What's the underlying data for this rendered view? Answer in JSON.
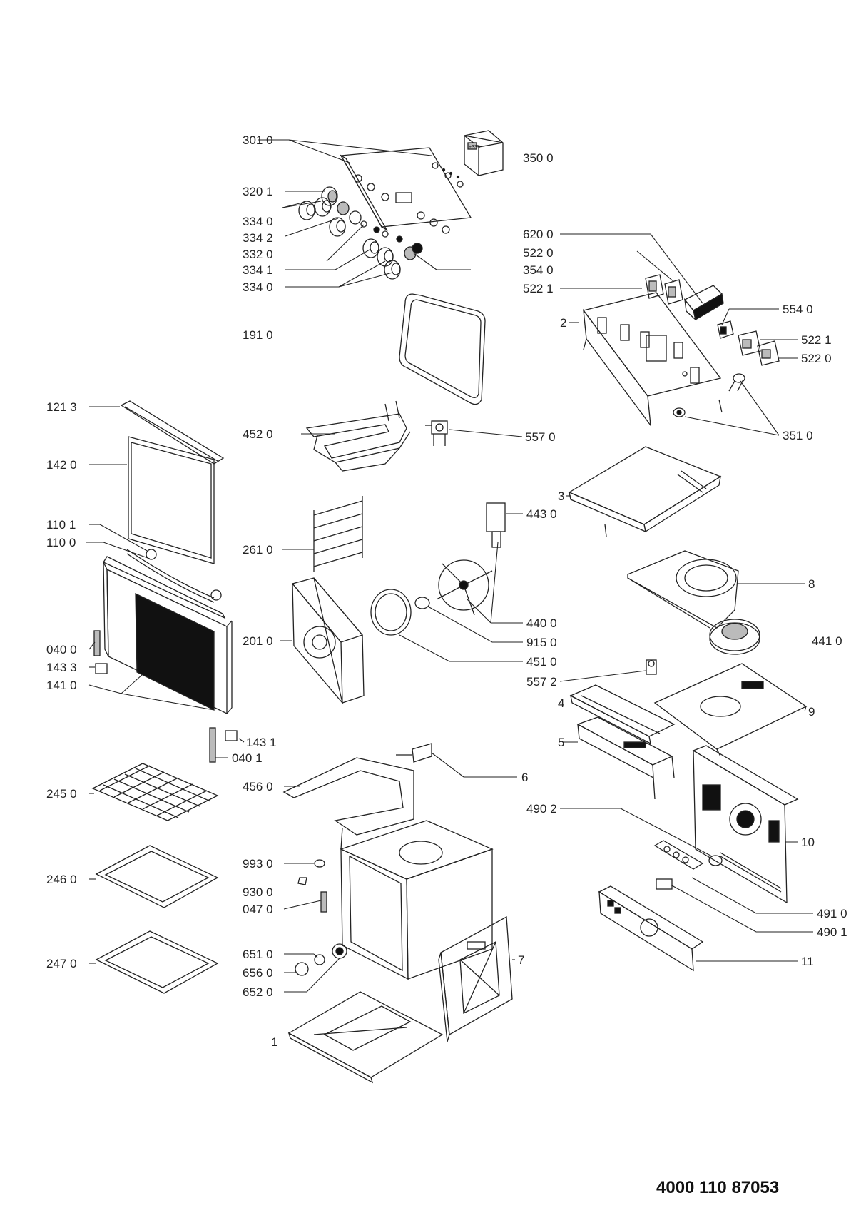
{
  "document_number": "4000 110 87053",
  "part_labels": [
    {
      "id": "p3010",
      "text": "301 0"
    },
    {
      "id": "p3500",
      "text": "350 0"
    },
    {
      "id": "p3201",
      "text": "320 1"
    },
    {
      "id": "p3340a",
      "text": "334 0"
    },
    {
      "id": "p3342",
      "text": "334 2"
    },
    {
      "id": "p3320",
      "text": "332 0"
    },
    {
      "id": "p3341",
      "text": "334 1"
    },
    {
      "id": "p3340b",
      "text": "334 0"
    },
    {
      "id": "p6200",
      "text": "620 0"
    },
    {
      "id": "p5220a",
      "text": "522 0"
    },
    {
      "id": "p3540",
      "text": "354 0"
    },
    {
      "id": "p5221a",
      "text": "522 1"
    },
    {
      "id": "p1910",
      "text": "191 0"
    },
    {
      "id": "p2",
      "text": "2"
    },
    {
      "id": "p5540",
      "text": "554 0"
    },
    {
      "id": "p5221b",
      "text": "522 1"
    },
    {
      "id": "p5220b",
      "text": "522 0"
    },
    {
      "id": "p1213",
      "text": "121 3"
    },
    {
      "id": "p4520",
      "text": "452 0"
    },
    {
      "id": "p5570",
      "text": "557 0"
    },
    {
      "id": "p3510",
      "text": "351 0"
    },
    {
      "id": "p1420",
      "text": "142 0"
    },
    {
      "id": "p3",
      "text": "3"
    },
    {
      "id": "p4430",
      "text": "443 0"
    },
    {
      "id": "p1101",
      "text": "110 1"
    },
    {
      "id": "p1100",
      "text": "110 0"
    },
    {
      "id": "p2610",
      "text": "261 0"
    },
    {
      "id": "p8",
      "text": "8"
    },
    {
      "id": "p4400",
      "text": "440 0"
    },
    {
      "id": "p9150",
      "text": "915 0"
    },
    {
      "id": "p2010",
      "text": "201 0"
    },
    {
      "id": "p4410",
      "text": "441 0"
    },
    {
      "id": "p0400",
      "text": "040 0"
    },
    {
      "id": "p4510",
      "text": "451 0"
    },
    {
      "id": "p1433",
      "text": "143 3"
    },
    {
      "id": "p5572",
      "text": "557 2"
    },
    {
      "id": "p1410",
      "text": "141 0"
    },
    {
      "id": "p4",
      "text": "4"
    },
    {
      "id": "p9",
      "text": "9"
    },
    {
      "id": "p5",
      "text": "5"
    },
    {
      "id": "p1431",
      "text": "143 1"
    },
    {
      "id": "p0401",
      "text": "040 1"
    },
    {
      "id": "p6",
      "text": "6"
    },
    {
      "id": "p2450",
      "text": "245 0"
    },
    {
      "id": "p4560",
      "text": "456 0"
    },
    {
      "id": "p4902",
      "text": "490 2"
    },
    {
      "id": "p10",
      "text": "10"
    },
    {
      "id": "p2460",
      "text": "246 0"
    },
    {
      "id": "p9930",
      "text": "993 0"
    },
    {
      "id": "p9300",
      "text": "930 0"
    },
    {
      "id": "p4910",
      "text": "491 0"
    },
    {
      "id": "p0470",
      "text": "047 0"
    },
    {
      "id": "p4901",
      "text": "490 1"
    },
    {
      "id": "p6510",
      "text": "651 0"
    },
    {
      "id": "p2470",
      "text": "247 0"
    },
    {
      "id": "p7",
      "text": "7"
    },
    {
      "id": "p11",
      "text": "11"
    },
    {
      "id": "p6560",
      "text": "656 0"
    },
    {
      "id": "p6520",
      "text": "652 0"
    },
    {
      "id": "p1",
      "text": "1"
    }
  ]
}
